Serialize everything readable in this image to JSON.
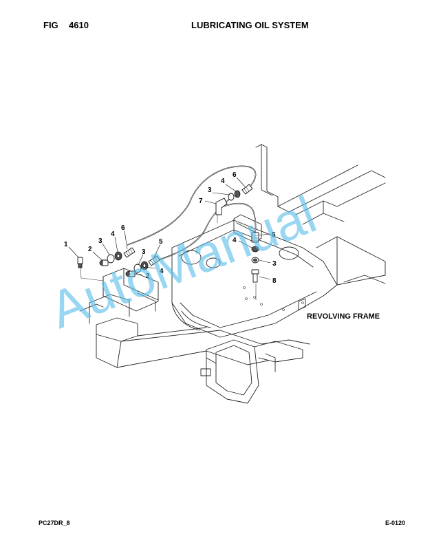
{
  "header": {
    "fig_label": "FIG",
    "fig_number": "4610",
    "title": "LUBRICATING OIL SYSTEM"
  },
  "diagram": {
    "assembly_label": "REVOLVING FRAME",
    "callouts": [
      "1",
      "2",
      "3",
      "4",
      "6",
      "3",
      "4",
      "5",
      "2",
      "4",
      "6",
      "3",
      "7",
      "4",
      "5",
      "3",
      "8"
    ],
    "watermark": "AutoManual",
    "watermark_color": "#58bde8"
  },
  "footer": {
    "model": "PC27DR_8",
    "page_code": "E-0120"
  }
}
